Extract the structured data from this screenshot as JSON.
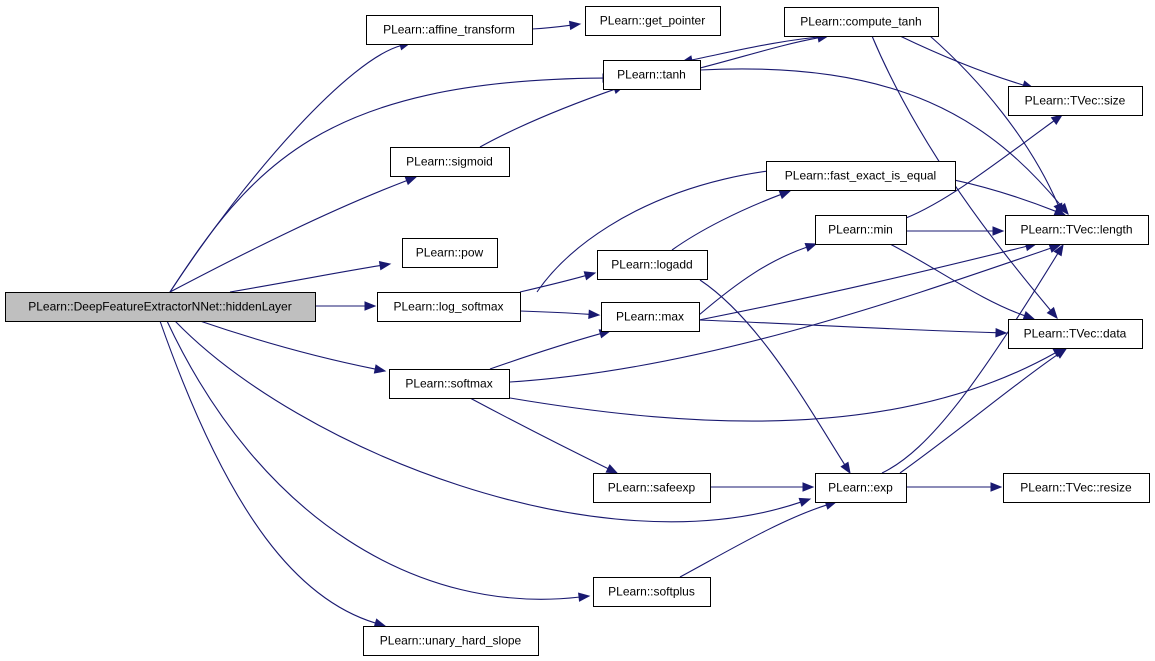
{
  "diagram": {
    "nodes": [
      {
        "id": "root",
        "label": "PLearn::DeepFeatureExtractorNNet::hiddenLayer",
        "root": true
      },
      {
        "id": "affine",
        "label": "PLearn::affine_transform"
      },
      {
        "id": "getptr",
        "label": "PLearn::get_pointer"
      },
      {
        "id": "compute_tanh",
        "label": "PLearn::compute_tanh"
      },
      {
        "id": "tanh",
        "label": "PLearn::tanh"
      },
      {
        "id": "size",
        "label": "PLearn::TVec::size"
      },
      {
        "id": "sigmoid",
        "label": "PLearn::sigmoid"
      },
      {
        "id": "fastexact",
        "label": "PLearn::fast_exact_is_equal"
      },
      {
        "id": "min",
        "label": "PLearn::min"
      },
      {
        "id": "length",
        "label": "PLearn::TVec::length"
      },
      {
        "id": "pow",
        "label": "PLearn::pow"
      },
      {
        "id": "logadd",
        "label": "PLearn::logadd"
      },
      {
        "id": "logsoftmax",
        "label": "PLearn::log_softmax"
      },
      {
        "id": "max",
        "label": "PLearn::max"
      },
      {
        "id": "data",
        "label": "PLearn::TVec::data"
      },
      {
        "id": "softmax",
        "label": "PLearn::softmax"
      },
      {
        "id": "safeexp",
        "label": "PLearn::safeexp"
      },
      {
        "id": "exp",
        "label": "PLearn::exp"
      },
      {
        "id": "resize",
        "label": "PLearn::TVec::resize"
      },
      {
        "id": "softplus",
        "label": "PLearn::softplus"
      },
      {
        "id": "unary",
        "label": "PLearn::unary_hard_slope"
      }
    ],
    "edges": [
      {
        "from": "root",
        "to": "affine"
      },
      {
        "from": "root",
        "to": "tanh"
      },
      {
        "from": "root",
        "to": "sigmoid"
      },
      {
        "from": "root",
        "to": "pow"
      },
      {
        "from": "root",
        "to": "logsoftmax"
      },
      {
        "from": "root",
        "to": "softmax"
      },
      {
        "from": "root",
        "to": "exp"
      },
      {
        "from": "root",
        "to": "softplus"
      },
      {
        "from": "root",
        "to": "unary"
      },
      {
        "from": "affine",
        "to": "getptr"
      },
      {
        "from": "tanh",
        "to": "compute_tanh"
      },
      {
        "from": "tanh",
        "to": "length"
      },
      {
        "from": "compute_tanh",
        "to": "tanh"
      },
      {
        "from": "compute_tanh",
        "to": "size"
      },
      {
        "from": "compute_tanh",
        "to": "length"
      },
      {
        "from": "compute_tanh",
        "to": "data"
      },
      {
        "from": "sigmoid",
        "to": "tanh"
      },
      {
        "from": "logsoftmax",
        "to": "length"
      },
      {
        "from": "logsoftmax",
        "to": "logadd"
      },
      {
        "from": "logsoftmax",
        "to": "max"
      },
      {
        "from": "logadd",
        "to": "fastexact"
      },
      {
        "from": "logadd",
        "to": "exp"
      },
      {
        "from": "min",
        "to": "size"
      },
      {
        "from": "min",
        "to": "length"
      },
      {
        "from": "min",
        "to": "data"
      },
      {
        "from": "max",
        "to": "min"
      },
      {
        "from": "max",
        "to": "length"
      },
      {
        "from": "max",
        "to": "data"
      },
      {
        "from": "softmax",
        "to": "max"
      },
      {
        "from": "softmax",
        "to": "length"
      },
      {
        "from": "softmax",
        "to": "data"
      },
      {
        "from": "softmax",
        "to": "safeexp"
      },
      {
        "from": "safeexp",
        "to": "exp"
      },
      {
        "from": "exp",
        "to": "length"
      },
      {
        "from": "exp",
        "to": "data"
      },
      {
        "from": "exp",
        "to": "resize"
      },
      {
        "from": "softplus",
        "to": "exp"
      }
    ]
  },
  "colors": {
    "edge": "#191970",
    "root_fill": "#bfbfbf",
    "node_fill": "#ffffff",
    "node_border": "#000000"
  }
}
